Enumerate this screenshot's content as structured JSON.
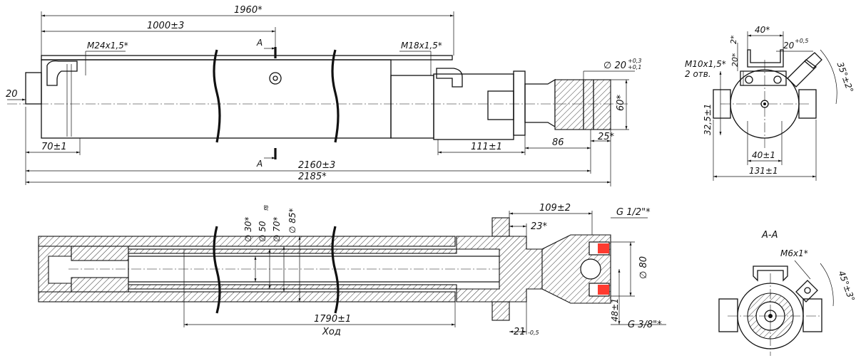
{
  "dimensions_top": {
    "overall_1960": "1960*",
    "mid_1000": "1000±3",
    "thread_left": "M24x1,5*",
    "thread_right": "M18x1,5*",
    "section_mark_top": "A",
    "section_mark_bottom": "A",
    "dim_20_left": "20",
    "dim_70": "70±1",
    "dim_111": "111±1",
    "dim_86": "86",
    "dim_25": "25*",
    "dim_60": "60*",
    "dim_d20": "∅ 20",
    "dim_d20_tol_top": "+0,3",
    "dim_d20_tol_bot": "+0,1",
    "dim_2160": "2160±3",
    "dim_2185": "2185*"
  },
  "side_view": {
    "dim_40_top": "40*",
    "dim_2": "2*",
    "dim_20_tol": "20",
    "dim_20_tol_sup": "+0,5",
    "dim_20_small": "20*",
    "thread": "M10x1,5*",
    "thread_count": "2 отв.",
    "angle": "35°±2°",
    "dim_325": "32,5±1",
    "dim_40_bottom": "40±1",
    "dim_131": "131±1"
  },
  "section_view": {
    "d30": "∅ 30*",
    "d50": "∅ 50",
    "d50_tol": "f8",
    "d70": "∅ 70*",
    "d85": "∅ 85*",
    "dim_109": "109±2",
    "dim_23": "23*",
    "port_top": "G 1/2\"*",
    "port_bottom": "G 3/8\"*",
    "d80": "∅ 80",
    "dim_48": "48±1",
    "dim_1790": "1790±1",
    "stroke_label": "Ход",
    "dim_21": "21",
    "dim_21_tol": "-0,5"
  },
  "section_aa": {
    "title": "A-A",
    "thread": "M6x1*",
    "angle": "45°±3°"
  }
}
